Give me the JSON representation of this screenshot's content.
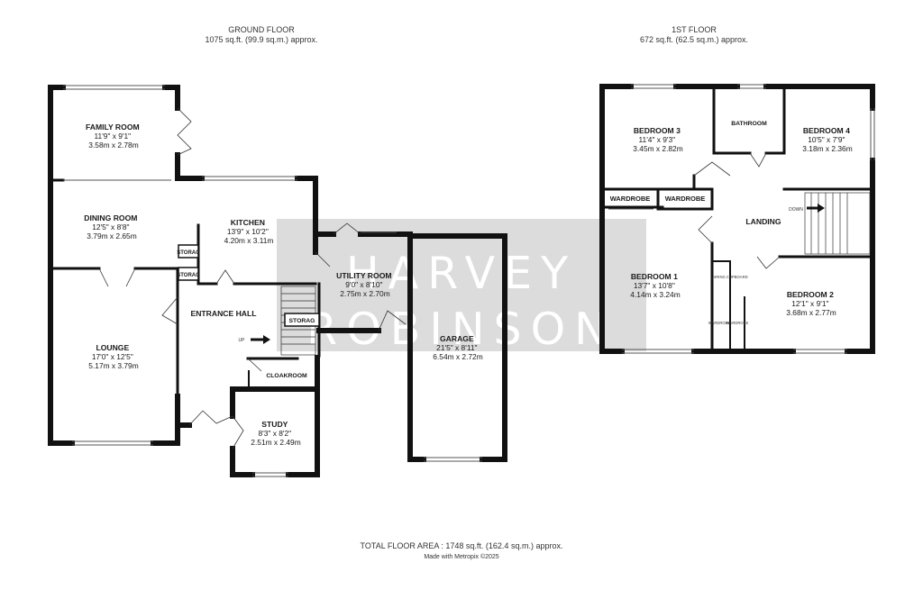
{
  "ground_floor": {
    "title": "GROUND FLOOR",
    "area": "1075 sq.ft. (99.9 sq.m.) approx.",
    "rooms": {
      "family_room": {
        "name": "FAMILY ROOM",
        "imperial": "11'9\"  x 9'1\"",
        "metric": "3.58m  x 2.78m"
      },
      "dining_room": {
        "name": "DINING ROOM",
        "imperial": "12'5\"  x 8'8\"",
        "metric": "3.79m  x 2.65m"
      },
      "kitchen": {
        "name": "KITCHEN",
        "imperial": "13'9\"  x 10'2\"",
        "metric": "4.20m  x 3.11m"
      },
      "utility_room": {
        "name": "UTILITY ROOM",
        "imperial": "9'0\"  x 8'10\"",
        "metric": "2.75m  x 2.70m"
      },
      "entrance_hall": {
        "name": "ENTRANCE HALL"
      },
      "lounge": {
        "name": "LOUNGE",
        "imperial": "17'0\"  x 12'5\"",
        "metric": "5.17m  x 3.79m"
      },
      "garage": {
        "name": "GARAGE",
        "imperial": "21'5\"  x 8'11\"",
        "metric": "6.54m  x 2.72m"
      },
      "study": {
        "name": "STUDY",
        "imperial": "8'3\"  x 8'2\"",
        "metric": "2.51m  x 2.49m"
      },
      "cloakroom": {
        "name": "CLOAKROOM"
      },
      "storage_1": {
        "name": "STORAG"
      },
      "storage_2": {
        "name": "STORAG"
      },
      "storage_3": {
        "name": "STORAG"
      },
      "stairs_up": {
        "name": "UP"
      }
    }
  },
  "first_floor": {
    "title": "1ST FLOOR",
    "area": "672 sq.ft. (62.5 sq.m.) approx.",
    "rooms": {
      "bedroom_3": {
        "name": "BEDROOM 3",
        "imperial": "11'4\"  x 9'3\"",
        "metric": "3.45m  x 2.82m"
      },
      "bathroom": {
        "name": "BATHROOM"
      },
      "bedroom_4": {
        "name": "BEDROOM 4",
        "imperial": "10'5\"  x 7'9\"",
        "metric": "3.18m  x 2.36m"
      },
      "wardrobe_1": {
        "name": "WARDROBE"
      },
      "wardrobe_2": {
        "name": "WARDROBE"
      },
      "landing": {
        "name": "LANDING"
      },
      "stairs_down": {
        "name": "DOWN"
      },
      "bedroom_1": {
        "name": "BEDROOM 1",
        "imperial": "13'7\"  x 10'8\"",
        "metric": "4.14m  x 3.24m"
      },
      "airing_cupboard": {
        "name": "AIRING CUPBOARD"
      },
      "wardrobe_3": {
        "name": "WARDROBE"
      },
      "wardrobe_4": {
        "name": "WARDROBE"
      },
      "bedroom_2": {
        "name": "BEDROOM 2",
        "imperial": "12'1\"  x 9'1\"",
        "metric": "3.68m  x 2.77m"
      }
    }
  },
  "watermark": {
    "line1": "HARVEY",
    "line2": "ROBINSON"
  },
  "footer": {
    "total_area": "TOTAL FLOOR AREA : 1748 sq.ft. (162.4 sq.m.) approx.",
    "credit": "Made with Metropix ©2025"
  },
  "colors": {
    "wall": "#111111",
    "watermark_box": "#d6d6d6",
    "watermark_text": "#ffffff"
  }
}
